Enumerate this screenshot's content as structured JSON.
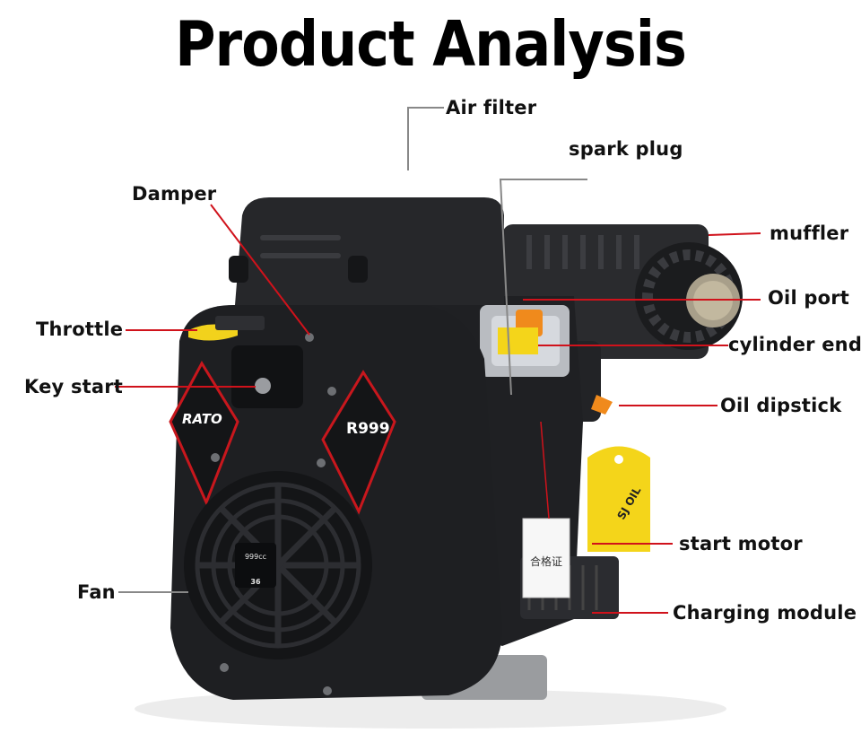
{
  "title": "Product Analysis",
  "labels": {
    "air_filter": "Air filter",
    "spark_plug": "spark plug",
    "damper": "Damper",
    "muffler": "muffler",
    "oil_port": "Oil port",
    "throttle": "Throttle",
    "cylinder_end": "cylinder end",
    "key_start": "Key start",
    "oil_dipstick": "Oil dipstick",
    "start_motor": "start motor",
    "fan": "Fan",
    "charging_module": "Charging module"
  },
  "engine_markings": {
    "brand": "RATO",
    "model": "R999",
    "displacement": "999cc",
    "badge_number": "36",
    "certificate": "合格证",
    "tag_text": "SJ OIL"
  },
  "colors": {
    "leader_red": "#d0121b",
    "leader_grey": "#888888",
    "engine_body": "#1e1f22",
    "accent_red": "#c8171d",
    "oil_cap": "#f08a1c",
    "tag_yellow": "#f4d51a"
  }
}
